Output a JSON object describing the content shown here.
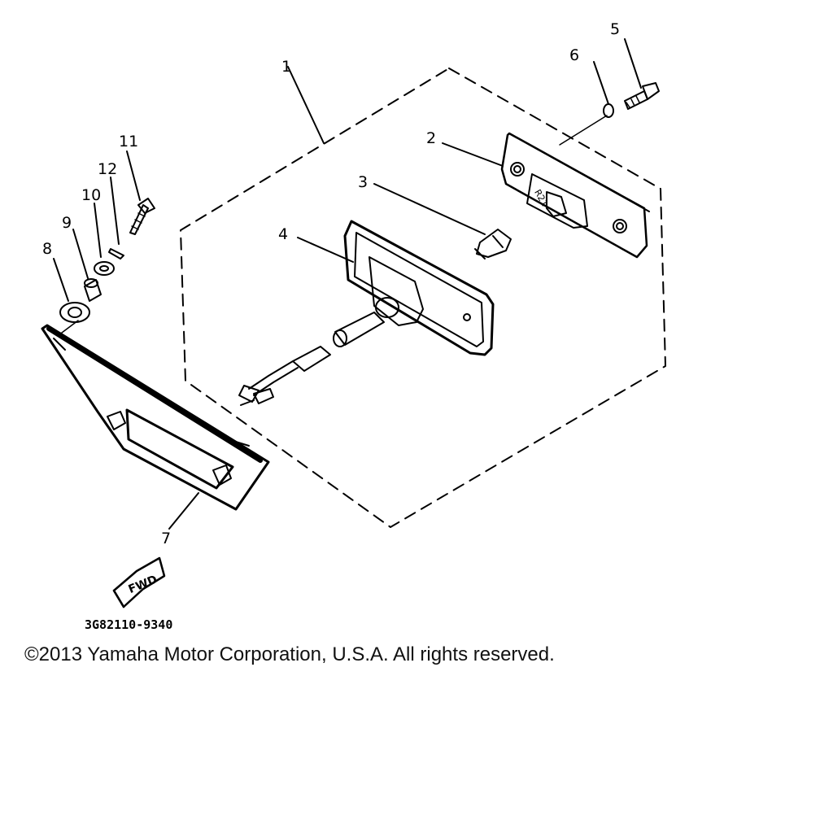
{
  "callouts": {
    "c1": "1",
    "c2": "2",
    "c3": "3",
    "c4": "4",
    "c5": "5",
    "c6": "6",
    "c7": "7",
    "c8": "8",
    "c9": "9",
    "c10": "10",
    "c11": "11",
    "c12": "12"
  },
  "arrow_label": "FWD",
  "part_number": "3G82110-9340",
  "copyright": "©2013 Yamaha Motor Corporation, U.S.A. All rights reserved."
}
